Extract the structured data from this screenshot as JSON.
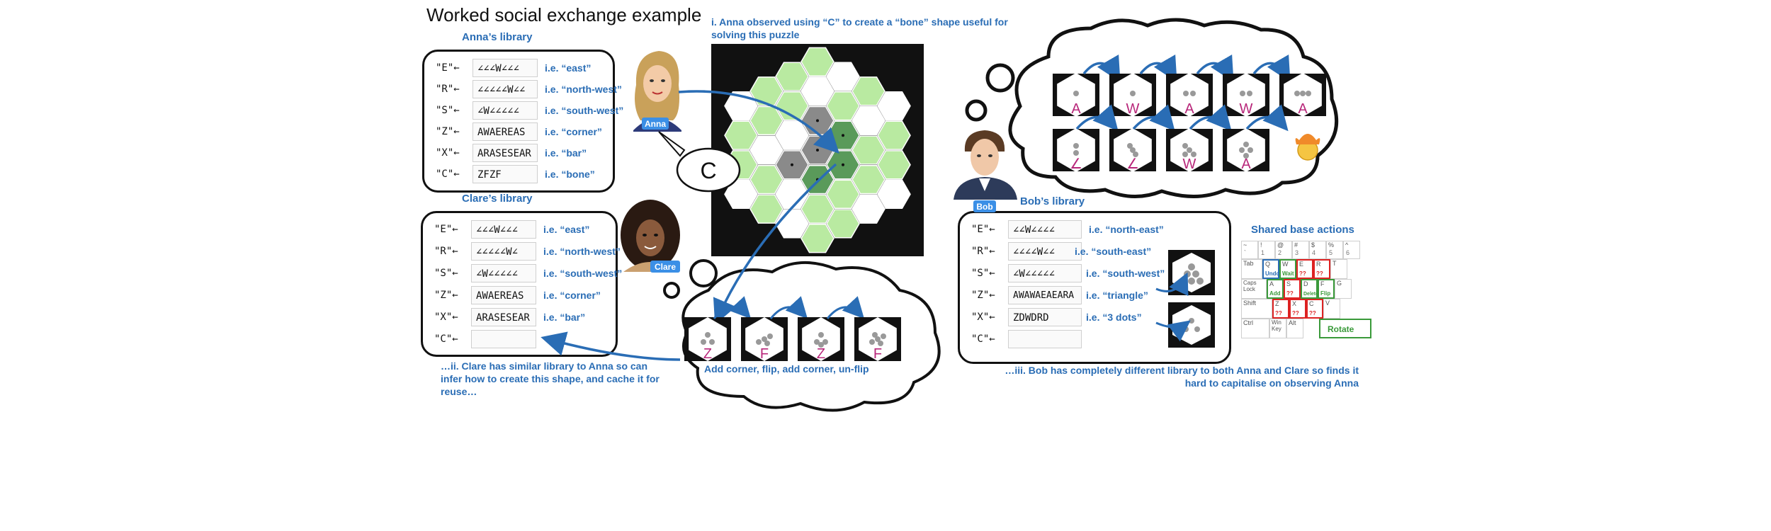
{
  "title": "Worked social exchange example",
  "anna_library": {
    "title": "Anna’s library",
    "rows": [
      {
        "key": "\"E\"←",
        "value": "∠∠∠W∠∠∠",
        "gloss": "i.e. “east”"
      },
      {
        "key": "\"R\"←",
        "value": "∠∠∠∠∠W∠∠",
        "gloss": "i.e. “north-west”"
      },
      {
        "key": "\"S\"←",
        "value": "∠W∠∠∠∠∠",
        "gloss": "i.e. “south-west”"
      },
      {
        "key": "\"Z\"←",
        "value": "AWAEREAS",
        "gloss": "i.e. “corner”"
      },
      {
        "key": "\"X\"←",
        "value": "ARASESEAR",
        "gloss": "i.e. “bar”"
      },
      {
        "key": "\"C\"←",
        "value": "ZFZF",
        "gloss": "i.e. “bone”"
      }
    ]
  },
  "clare_library": {
    "title": "Clare’s library",
    "rows": [
      {
        "key": "\"E\"←",
        "value": "∠∠∠W∠∠∠",
        "gloss": "i.e. “east”"
      },
      {
        "key": "\"R\"←",
        "value": "∠∠∠∠∠W∠",
        "gloss": "i.e. “north-west”"
      },
      {
        "key": "\"S\"←",
        "value": "∠W∠∠∠∠∠",
        "gloss": "i.e. “south-west”"
      },
      {
        "key": "\"Z\"←",
        "value": "AWAEREAS",
        "gloss": "i.e. “corner”"
      },
      {
        "key": "\"X\"←",
        "value": "ARASESEAR",
        "gloss": "i.e. “bar”"
      },
      {
        "key": "\"C\"←",
        "value": "",
        "gloss": ""
      }
    ]
  },
  "bob_library": {
    "title": "Bob’s library",
    "rows": [
      {
        "key": "\"E\"←",
        "value": "∠∠W∠∠∠∠",
        "gloss": "i.e. “north-east”"
      },
      {
        "key": "\"R\"←",
        "value": "∠∠∠∠W∠∠",
        "gloss": "i.e. “south-east”"
      },
      {
        "key": "\"S\"←",
        "value": "∠W∠∠∠∠∠",
        "gloss": "i.e. “south-west”"
      },
      {
        "key": "\"Z\"←",
        "value": "AWAWAEAEARA",
        "gloss": "i.e. “triangle”"
      },
      {
        "key": "\"X\"←",
        "value": "ZDWDRD",
        "gloss": "i.e. “3 dots”"
      },
      {
        "key": "\"C\"←",
        "value": "",
        "gloss": ""
      }
    ]
  },
  "captions": {
    "anna_observed": "i. Anna observed using “C” to create a “bone” shape useful for solving this puzzle",
    "clare_infer": "…ii. Clare has similar library to Anna so can infer how to create this shape, and cache it for reuse…",
    "bob_hard": "…iii. Bob has completely different library to both Anna and Clare so finds it hard to capitalise on observing Anna",
    "clare_thought": "Add corner, flip, add corner, un-flip"
  },
  "speech_bubble": "C",
  "avatars": {
    "anna": "Anna",
    "clare": "Clare",
    "bob": "Bob"
  },
  "clare_thought_letters": [
    "Z",
    "F",
    "Z",
    "F"
  ],
  "bob_thought_top_letters": [
    "A",
    "W",
    "A",
    "W",
    "A"
  ],
  "bob_thought_bottom_letters": [
    "∠",
    "∠",
    "W",
    "A"
  ],
  "shared_actions": {
    "title": "Shared base actions",
    "number_row": [
      "~",
      "!",
      "@",
      "#",
      "$",
      "%",
      "^"
    ],
    "digit_row": [
      "`",
      "1",
      "2",
      "3",
      "4",
      "5",
      "6"
    ],
    "tab": "Tab",
    "caps_lock": "Caps Lock",
    "shift": "Shift",
    "ctrl": "Ctrl",
    "win_key": "Win Key",
    "alt": "Alt",
    "rotate": "Rotate",
    "q": {
      "key": "Q",
      "action": "Undo"
    },
    "w": {
      "key": "W",
      "action": "Wait"
    },
    "e": {
      "key": "E",
      "action": "??"
    },
    "r": {
      "key": "R",
      "action": "??"
    },
    "t": {
      "key": "T",
      "action": ""
    },
    "a": {
      "key": "A",
      "action": "Add"
    },
    "s": {
      "key": "S",
      "action": "??"
    },
    "d": {
      "key": "D",
      "action": "Delete"
    },
    "f": {
      "key": "F",
      "action": "Flip"
    },
    "g": {
      "key": "G",
      "action": ""
    },
    "z": {
      "key": "Z",
      "action": "??"
    },
    "x": {
      "key": "X",
      "action": "??"
    },
    "c": {
      "key": "C",
      "action": "??"
    },
    "v": {
      "key": "V",
      "action": ""
    },
    "colors": {
      "red": "#d22222",
      "green": "#3a9a3a",
      "blue": "#2a6db5"
    }
  }
}
